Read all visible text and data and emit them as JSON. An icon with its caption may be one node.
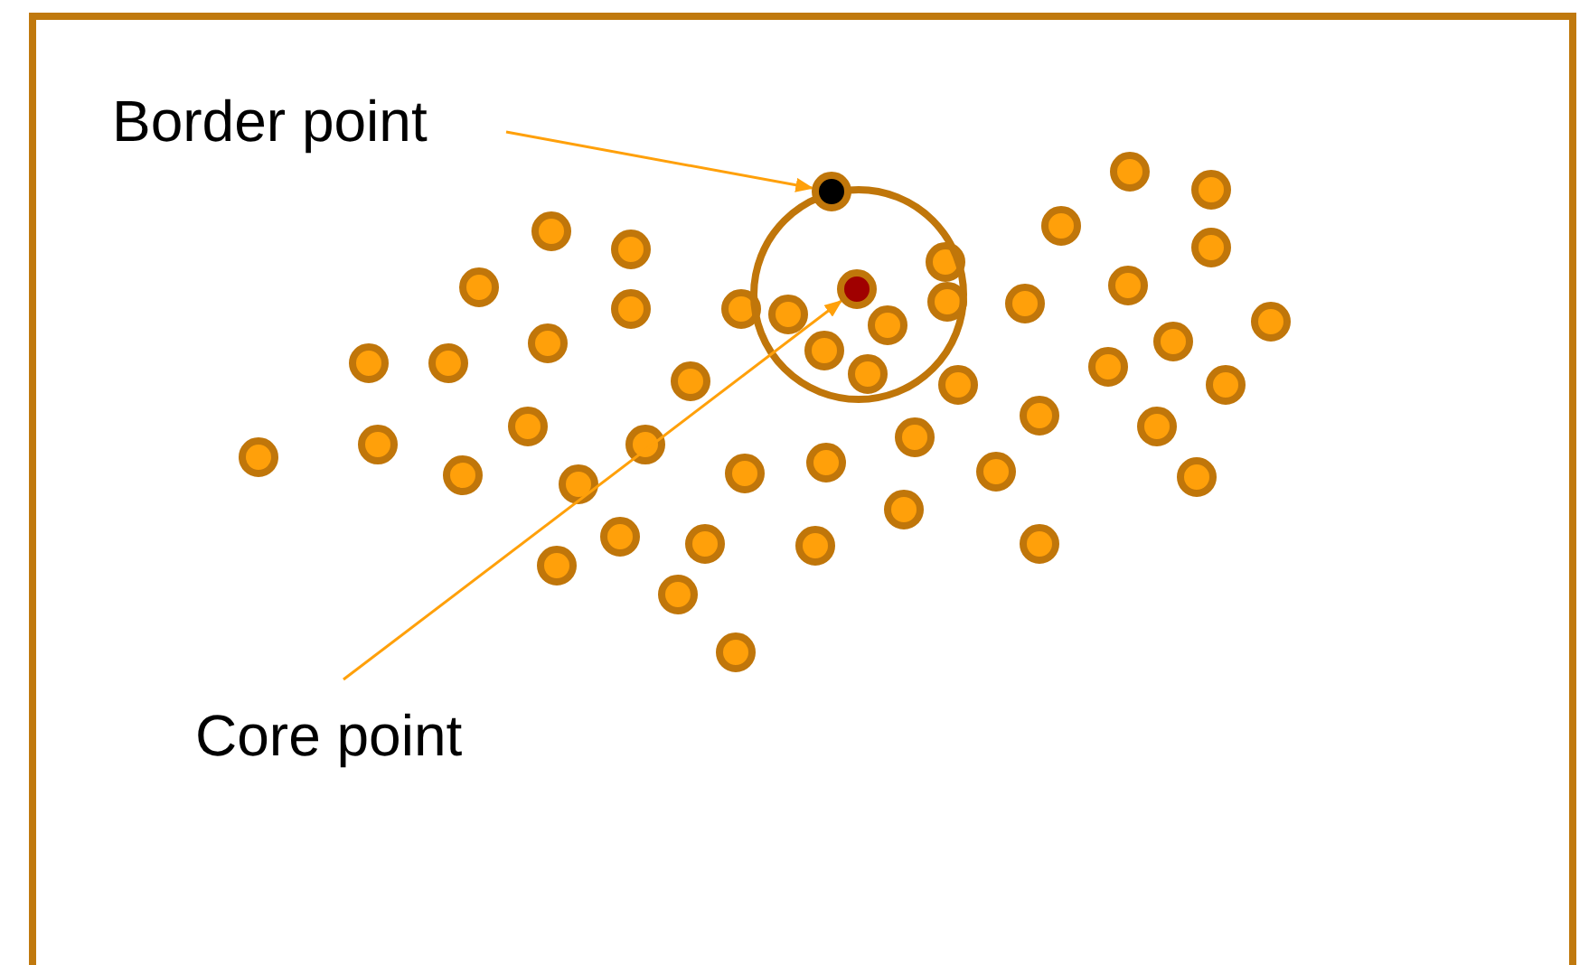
{
  "diagram": {
    "nodes": [
      {
        "text": [
          "Border point"
        ]
      },
      {
        "text": [
          "Core point"
        ]
      },
      {
        "text": [],
        "shape": "circle"
      },
      {
        "text": [],
        "shape": "circle"
      }
    ],
    "edges": [
      {
        "from": 0,
        "to": 2,
        "arrow": "to"
      },
      {
        "from": 1,
        "to": 3,
        "arrow": "to"
      }
    ]
  }
}
